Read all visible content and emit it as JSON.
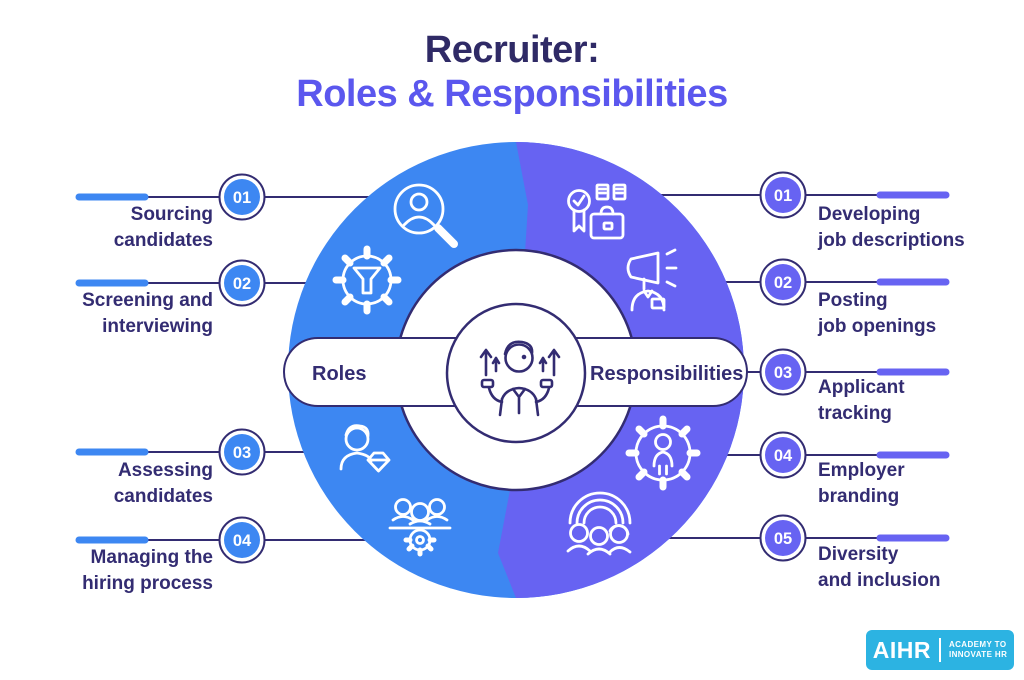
{
  "title": {
    "line1": "Recruiter:",
    "line2": "Roles & Responsibilities"
  },
  "center": {
    "left_pill_label": "Roles",
    "right_pill_label": "Responsibilities",
    "person_icon": "recruiter-person-icon"
  },
  "sides": {
    "left": {
      "accent_color": "#3d87f2",
      "items": [
        {
          "num": "01",
          "line1": "Sourcing",
          "line2": "candidates",
          "icon": "magnifier-person-icon"
        },
        {
          "num": "02",
          "line1": "Screening and",
          "line2": "interviewing",
          "icon": "funnel-gear-icon"
        },
        {
          "num": "03",
          "line1": "Assessing",
          "line2": "candidates",
          "icon": "person-diamond-icon"
        },
        {
          "num": "04",
          "line1": "Managing the",
          "line2": "hiring process",
          "icon": "team-gear-icon"
        }
      ]
    },
    "right": {
      "accent_color": "#6763f2",
      "items": [
        {
          "num": "01",
          "line1": "Developing",
          "line2": "job descriptions",
          "icon": "badge-briefcase-icon"
        },
        {
          "num": "02",
          "line1": "Posting",
          "line2": "job openings",
          "icon": "megaphone-person-icon"
        },
        {
          "num": "03",
          "line1": "Applicant",
          "line2": "tracking"
        },
        {
          "num": "04",
          "line1": "Employer",
          "line2": "branding",
          "icon": "person-gear-icon"
        },
        {
          "num": "05",
          "line1": "Diversity",
          "line2": "and inclusion",
          "icon": "diversity-group-icon"
        }
      ]
    }
  },
  "colors": {
    "roles_blue": "#3d87f2",
    "responsibilities_purple": "#6763f2",
    "outline_navy": "#332c72",
    "title_navy": "#2f2a66",
    "title_purple": "#5b57ee",
    "logo_blue": "#2cb3e2"
  },
  "logo": {
    "brand": "AIHR",
    "tagline_line1": "ACADEMY TO",
    "tagline_line2": "INNOVATE HR"
  }
}
